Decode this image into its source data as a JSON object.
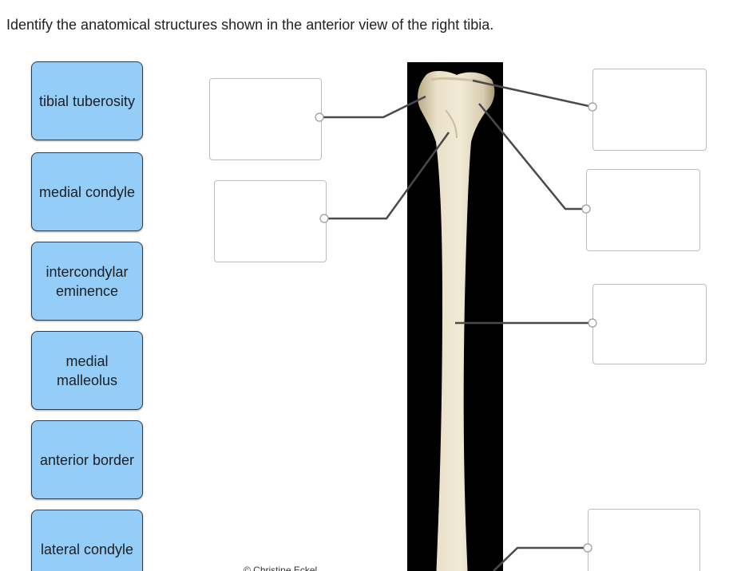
{
  "question": {
    "prompt": "Identify the anatomical structures shown in the anterior view of the right tibia."
  },
  "terms": [
    {
      "label": "tibial tuberosity"
    },
    {
      "label": "medial condyle"
    },
    {
      "label": "intercondylar eminence"
    },
    {
      "label": "medial malleolus"
    },
    {
      "label": "anterior border"
    },
    {
      "label": "lateral condyle"
    }
  ],
  "image": {
    "subject": "anterior view of right tibia",
    "credit": "© Christine Eckel"
  },
  "colors": {
    "term_card_fill": "#94cdf7",
    "term_card_border": "#3a3a3a",
    "drop_box_border": "#bdbdbd",
    "leader_line": "#4a4a4a",
    "bone_background": "#000000",
    "bone": "#e7dfc6"
  }
}
